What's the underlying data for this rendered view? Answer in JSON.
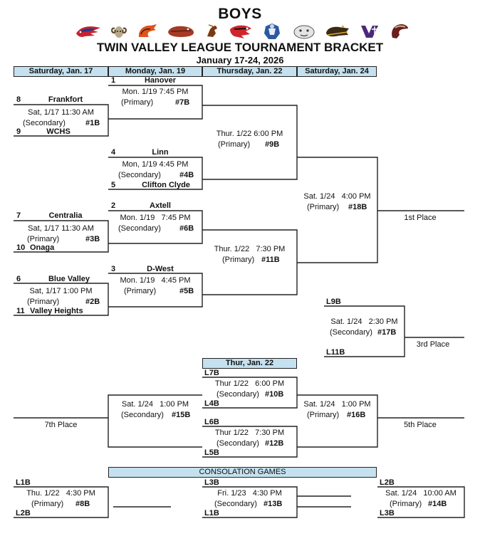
{
  "header": {
    "title": "BOYS",
    "subtitle": "TWIN VALLEY LEAGUE TOURNAMENT BRACKET",
    "dates": "January 17-24, 2026",
    "logos": [
      "eagle-logo",
      "ram-logo",
      "dragon-logo",
      "bulldog-logo",
      "mustang-logo",
      "hawk-logo",
      "pioneer-logo",
      "bulldog-white-logo",
      "buffalo-logo",
      "vh-logo",
      "blackhawk-logo"
    ]
  },
  "columns": [
    "Saturday, Jan. 17",
    "Monday, Jan. 19",
    "Thursday, Jan. 22",
    "Saturday, Jan. 24"
  ],
  "teams": {
    "hanover": {
      "seed": "1",
      "name": "Hanover"
    },
    "frankfort": {
      "seed": "8",
      "name": "Frankfort"
    },
    "wchs": {
      "seed": "9",
      "name": "WCHS"
    },
    "linn": {
      "seed": "4",
      "name": "Linn"
    },
    "clifton": {
      "seed": "5",
      "name": "Clifton Clyde"
    },
    "axtell": {
      "seed": "2",
      "name": "Axtell"
    },
    "centralia": {
      "seed": "7",
      "name": "Centralia"
    },
    "onaga": {
      "seed": "10",
      "name": "Onaga"
    },
    "dwest": {
      "seed": "3",
      "name": "D-West"
    },
    "bluevalley": {
      "seed": "6",
      "name": "Blue Valley"
    },
    "valleyheights": {
      "seed": "11",
      "name": "Valley Heights"
    }
  },
  "games": {
    "g1b": {
      "time": "Sat, 1/17 11:30 AM",
      "court": "(Secondary)",
      "num": "#1B"
    },
    "g3b": {
      "time": "Sat, 1/17 11:30 AM",
      "court": "(Primary)",
      "num": "#3B"
    },
    "g2b": {
      "time": "Sat, 1/17 1:00 PM",
      "court": "(Primary)",
      "num": "#2B"
    },
    "g7b": {
      "time": "Mon. 1/19 7:45 PM",
      "court": "(Primary)",
      "num": "#7B"
    },
    "g4b": {
      "time": "Mon, 1/19 4:45 PM",
      "court": "(Secondary)",
      "num": "#4B"
    },
    "g6b": {
      "time": "Mon. 1/19   7:45 PM",
      "court": "(Secondary)",
      "num": "#6B"
    },
    "g5b": {
      "time": "Mon. 1/19   4:45 PM",
      "court": "(Primary)",
      "num": "#5B"
    },
    "g9b": {
      "time": "Thur. 1/22 6:00 PM",
      "court": "(Primary)",
      "num": "#9B"
    },
    "g11b": {
      "time": "Thur. 1/22   7:30 PM",
      "court": "(Primary)",
      "num": "#11B"
    },
    "g18b": {
      "time": "Sat. 1/24   4:00 PM",
      "court": "(Primary)",
      "num": "#18B"
    },
    "g17b": {
      "time": "Sat. 1/24   2:30 PM",
      "court": "(Secondary)",
      "num": "#17B"
    },
    "g10b": {
      "time": "Thur 1/22   6:00 PM",
      "court": "(Secondary)",
      "num": "#10B"
    },
    "g12b": {
      "time": "Thur 1/22   7:30 PM",
      "court": "(Secondary)",
      "num": "#12B"
    },
    "g15b": {
      "time": "Sat. 1/24   1:00 PM",
      "court": "(Secondary)",
      "num": "#15B"
    },
    "g16b": {
      "time": "Sat. 1/24   1:00 PM",
      "court": "(Primary)",
      "num": "#16B"
    },
    "g8b": {
      "time": "Thu. 1/22   4:30 PM",
      "court": "(Primary)",
      "num": "#8B"
    },
    "g13b": {
      "time": "Fri. 1/23   4:30 PM",
      "court": "(Secondary)",
      "num": "#13B"
    },
    "g14b": {
      "time": "Sat. 1/24   10:00 AM",
      "court": "(Primary)",
      "num": "#14B"
    }
  },
  "slots": {
    "l9b": "L9B",
    "l11b": "L11B",
    "l7b": "L7B",
    "l4b": "L4B",
    "l6b": "L6B",
    "l5b": "L5B",
    "l1b": "L1B",
    "l2b": "L2B",
    "l3b": "L3B",
    "l1b_b": "L1B",
    "l2b_b": "L2B",
    "l3b_b": "L3B"
  },
  "places": {
    "first": "1st Place",
    "third": "3rd Place",
    "fifth": "5th Place",
    "seventh": "7th Place"
  },
  "sections": {
    "thur_jan22": "Thur, Jan. 22",
    "consolation": "CONSOLATION GAMES"
  }
}
